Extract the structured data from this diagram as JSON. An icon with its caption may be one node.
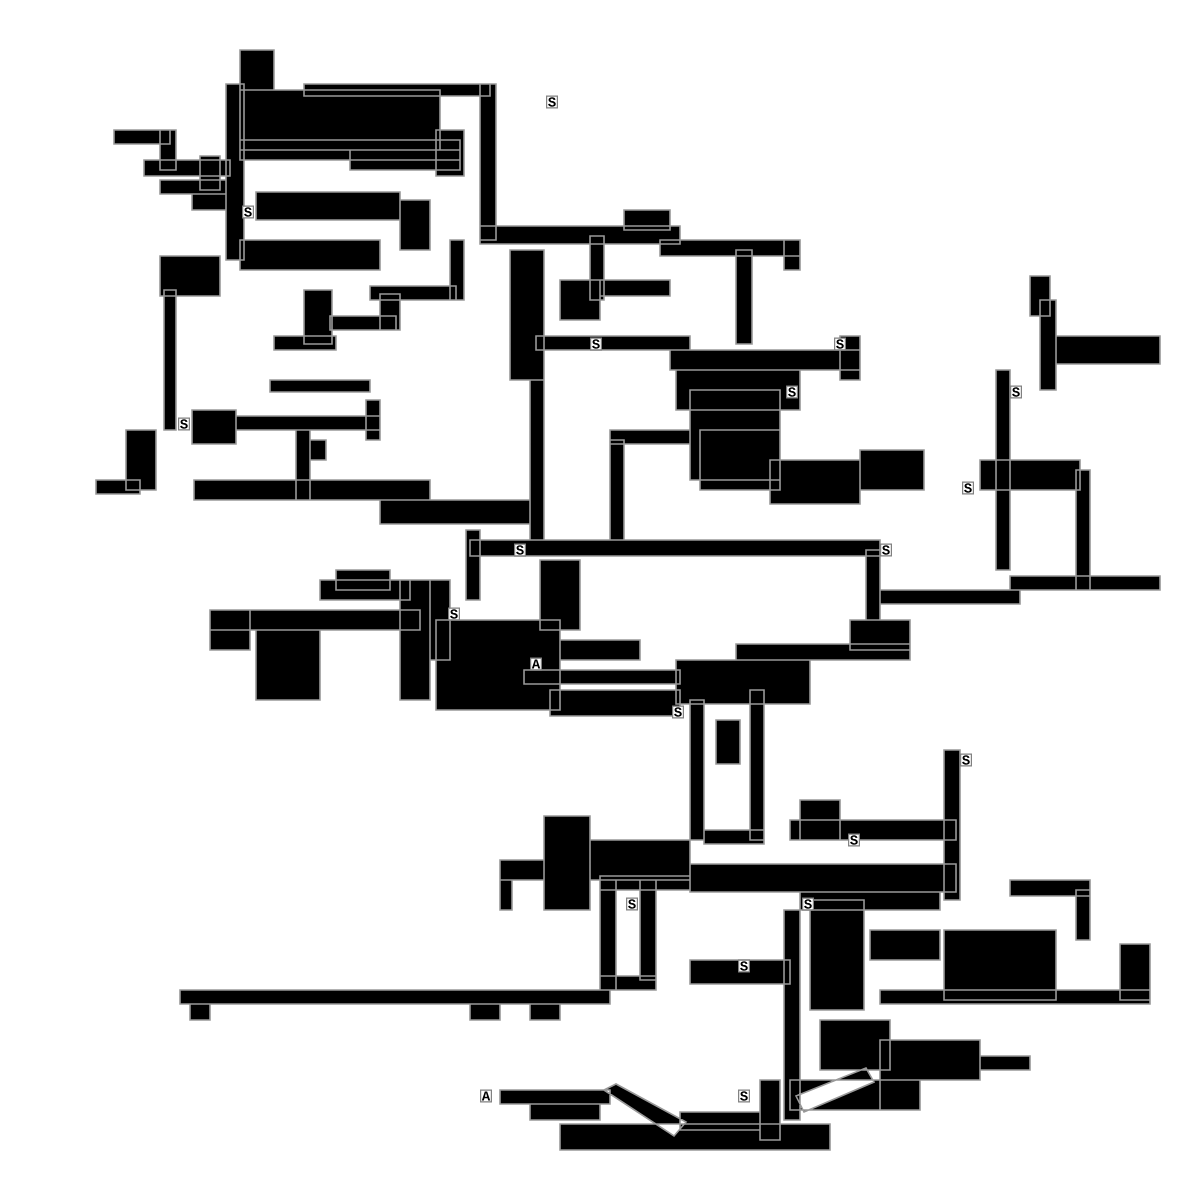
{
  "diagram": {
    "labels": [
      "S",
      "S",
      "S",
      "S",
      "S",
      "S",
      "S",
      "S",
      "S",
      "S",
      "S",
      "A",
      "S",
      "S",
      "S",
      "S",
      "S",
      "S",
      "A",
      "S"
    ]
  }
}
